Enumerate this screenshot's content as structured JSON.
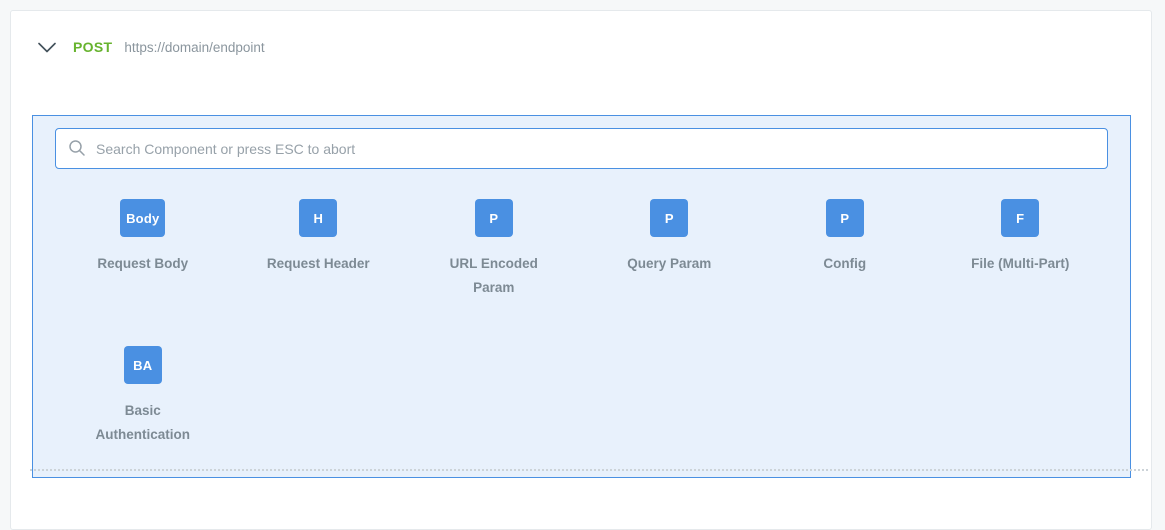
{
  "header": {
    "method": "POST",
    "url": "https://domain/endpoint"
  },
  "search": {
    "placeholder": "Search Component or press ESC to abort"
  },
  "components": [
    {
      "badge": "Body",
      "label": "Request Body"
    },
    {
      "badge": "H",
      "label": "Request Header"
    },
    {
      "badge": "P",
      "label": "URL Encoded Param"
    },
    {
      "badge": "P",
      "label": "Query Param"
    },
    {
      "badge": "P",
      "label": "Config"
    },
    {
      "badge": "F",
      "label": "File (Multi-Part)"
    },
    {
      "badge": "BA",
      "label": "Basic Authentication"
    }
  ],
  "colors": {
    "accent_blue": "#4a90e2",
    "method_green": "#67b32e",
    "panel_bg": "#e8f1fc"
  }
}
